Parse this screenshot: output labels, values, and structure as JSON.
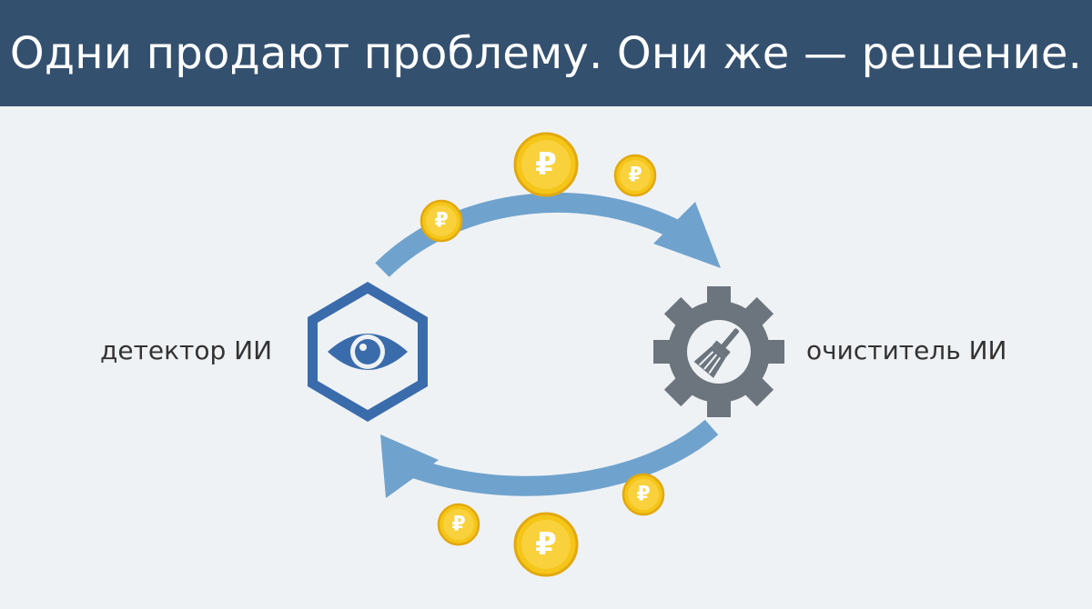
{
  "title": "Одни продают проблему. Они же — решение.",
  "nodes": {
    "detector": {
      "label": "детектор ИИ",
      "icon": "eye-hexagon-icon"
    },
    "cleaner": {
      "label": "очиститель ИИ",
      "icon": "gear-broom-icon"
    }
  },
  "coin_symbol": "₽",
  "colors": {
    "header": "#34506f",
    "arrow": "#6fa3cd",
    "coin": "#f1c40f",
    "hexagon": "#3a6cac",
    "gear": "#6c757d"
  }
}
